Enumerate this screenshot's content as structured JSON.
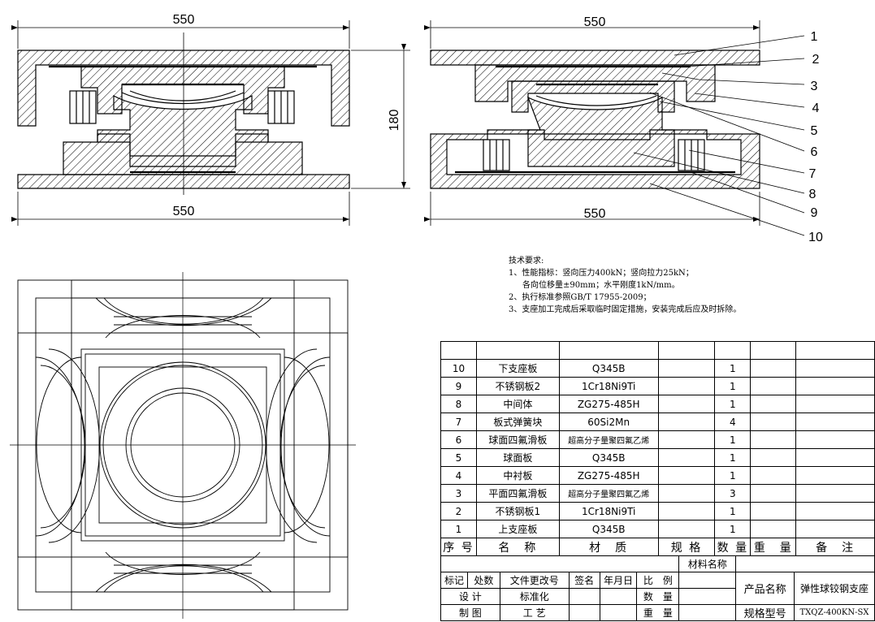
{
  "dimensions": {
    "top_left": "550",
    "top_right": "550",
    "bottom_left": "550",
    "bottom_right": "550",
    "height": "180"
  },
  "callouts": [
    "1",
    "2",
    "3",
    "4",
    "5",
    "6",
    "7",
    "8",
    "9",
    "10"
  ],
  "notes": {
    "title": "技术要求:",
    "line1": "1、性能指标：竖向压力400kN；竖向拉力25kN；",
    "line2": "各向位移量±90mm；水平刚度1kN/mm。",
    "line3": "2、执行标准参照GB/T 17955-2009；",
    "line4": "3、支座加工完成后采取临时固定措施，安装完成后应及时拆除。"
  },
  "bom": {
    "rows": [
      {
        "no": "10",
        "name": "下支座板",
        "material": "Q345B",
        "qty": "1"
      },
      {
        "no": "9",
        "name": "不锈钢板2",
        "material": "1Cr18Ni9Ti",
        "qty": "1"
      },
      {
        "no": "8",
        "name": "中间体",
        "material": "ZG275-485H",
        "qty": "1"
      },
      {
        "no": "7",
        "name": "板式弹簧块",
        "material": "60Si2Mn",
        "qty": "4"
      },
      {
        "no": "6",
        "name": "球面四氟滑板",
        "material": "超高分子量聚四氟乙烯",
        "qty": "1"
      },
      {
        "no": "5",
        "name": "球面板",
        "material": "Q345B",
        "qty": "1"
      },
      {
        "no": "4",
        "name": "中衬板",
        "material": "ZG275-485H",
        "qty": "1"
      },
      {
        "no": "3",
        "name": "平面四氟滑板",
        "material": "超高分子量聚四氟乙烯",
        "qty": "3"
      },
      {
        "no": "2",
        "name": "不锈钢板1",
        "material": "1Cr18Ni9Ti",
        "qty": "1"
      },
      {
        "no": "1",
        "name": "上支座板",
        "material": "Q345B",
        "qty": "1"
      }
    ],
    "header": {
      "no": "序 号",
      "name": "名　称",
      "material": "材　质",
      "spec": "规 格",
      "qty": "数 量",
      "weight": "重　量",
      "remark": "备　注"
    }
  },
  "title_block": {
    "material_name": "材料名称",
    "mark": "标记",
    "zones": "处数",
    "change_doc": "文件更改号",
    "sign": "签名",
    "date": "年月日",
    "scale": "比　例",
    "design": "设 计",
    "standard": "标准化",
    "quantity": "数　量",
    "drawing": "制 图",
    "process": "工 艺",
    "weight": "重　量",
    "product_name_label": "产品名称",
    "product_name": "弹性球铰钢支座",
    "model_label": "规格型号",
    "model": "TXQZ-400KN-SX"
  }
}
